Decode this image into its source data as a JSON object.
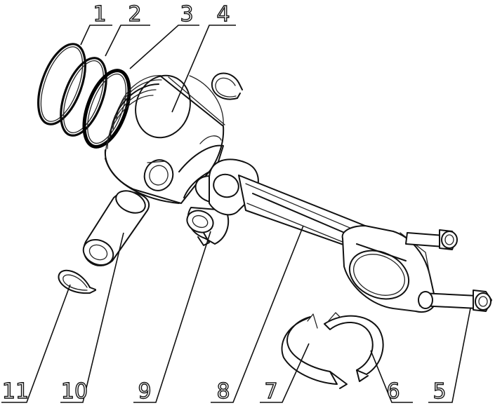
{
  "callouts": [
    {
      "id": "1",
      "label": "1"
    },
    {
      "id": "2",
      "label": "2"
    },
    {
      "id": "3",
      "label": "3"
    },
    {
      "id": "4",
      "label": "4"
    },
    {
      "id": "5",
      "label": "5"
    },
    {
      "id": "6",
      "label": "6"
    },
    {
      "id": "7",
      "label": "7"
    },
    {
      "id": "8",
      "label": "8"
    },
    {
      "id": "9",
      "label": "9"
    },
    {
      "id": "10",
      "label": "10"
    },
    {
      "id": "11",
      "label": "11"
    }
  ],
  "parts": [
    {
      "callout": "1",
      "icon": "piston-ring-icon"
    },
    {
      "callout": "2",
      "icon": "piston-ring-icon"
    },
    {
      "callout": "3",
      "icon": "piston-ring-icon"
    },
    {
      "callout": "4",
      "icon": "piston-icon"
    },
    {
      "callout": "5",
      "icon": "bolt-icon"
    },
    {
      "callout": "6",
      "icon": "bearing-shell-icon"
    },
    {
      "callout": "7",
      "icon": "bearing-shell-icon"
    },
    {
      "callout": "8",
      "icon": "connecting-rod-icon"
    },
    {
      "callout": "9",
      "icon": "small-end-bushing-icon"
    },
    {
      "callout": "10",
      "icon": "piston-pin-icon"
    },
    {
      "callout": "11",
      "icon": "snap-ring-icon"
    }
  ]
}
